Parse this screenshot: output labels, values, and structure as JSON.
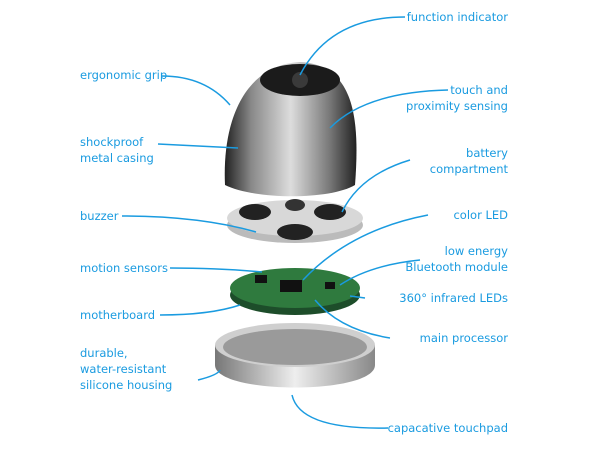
{
  "accent_color": "#1a9be0",
  "labels_left": {
    "ergonomic_grip": "ergonomic grip",
    "shockproof_1": "shockproof",
    "shockproof_2": "metal casing",
    "buzzer": "buzzer",
    "motion_sensors": "motion sensors",
    "motherboard": "motherboard",
    "housing_1": "durable,",
    "housing_2": "water-resistant",
    "housing_3": "silicone housing"
  },
  "labels_right": {
    "function_indicator": "function indicator",
    "touch_1": "touch and",
    "touch_2": "proximity sensing",
    "battery_1": "battery",
    "battery_2": "compartment",
    "color_led": "color LED",
    "ble_1": "low energy",
    "ble_2": "Bluetooth module",
    "infrared": "360° infrared LEDs",
    "processor": "main processor",
    "touchpad": "capacative touchpad"
  }
}
